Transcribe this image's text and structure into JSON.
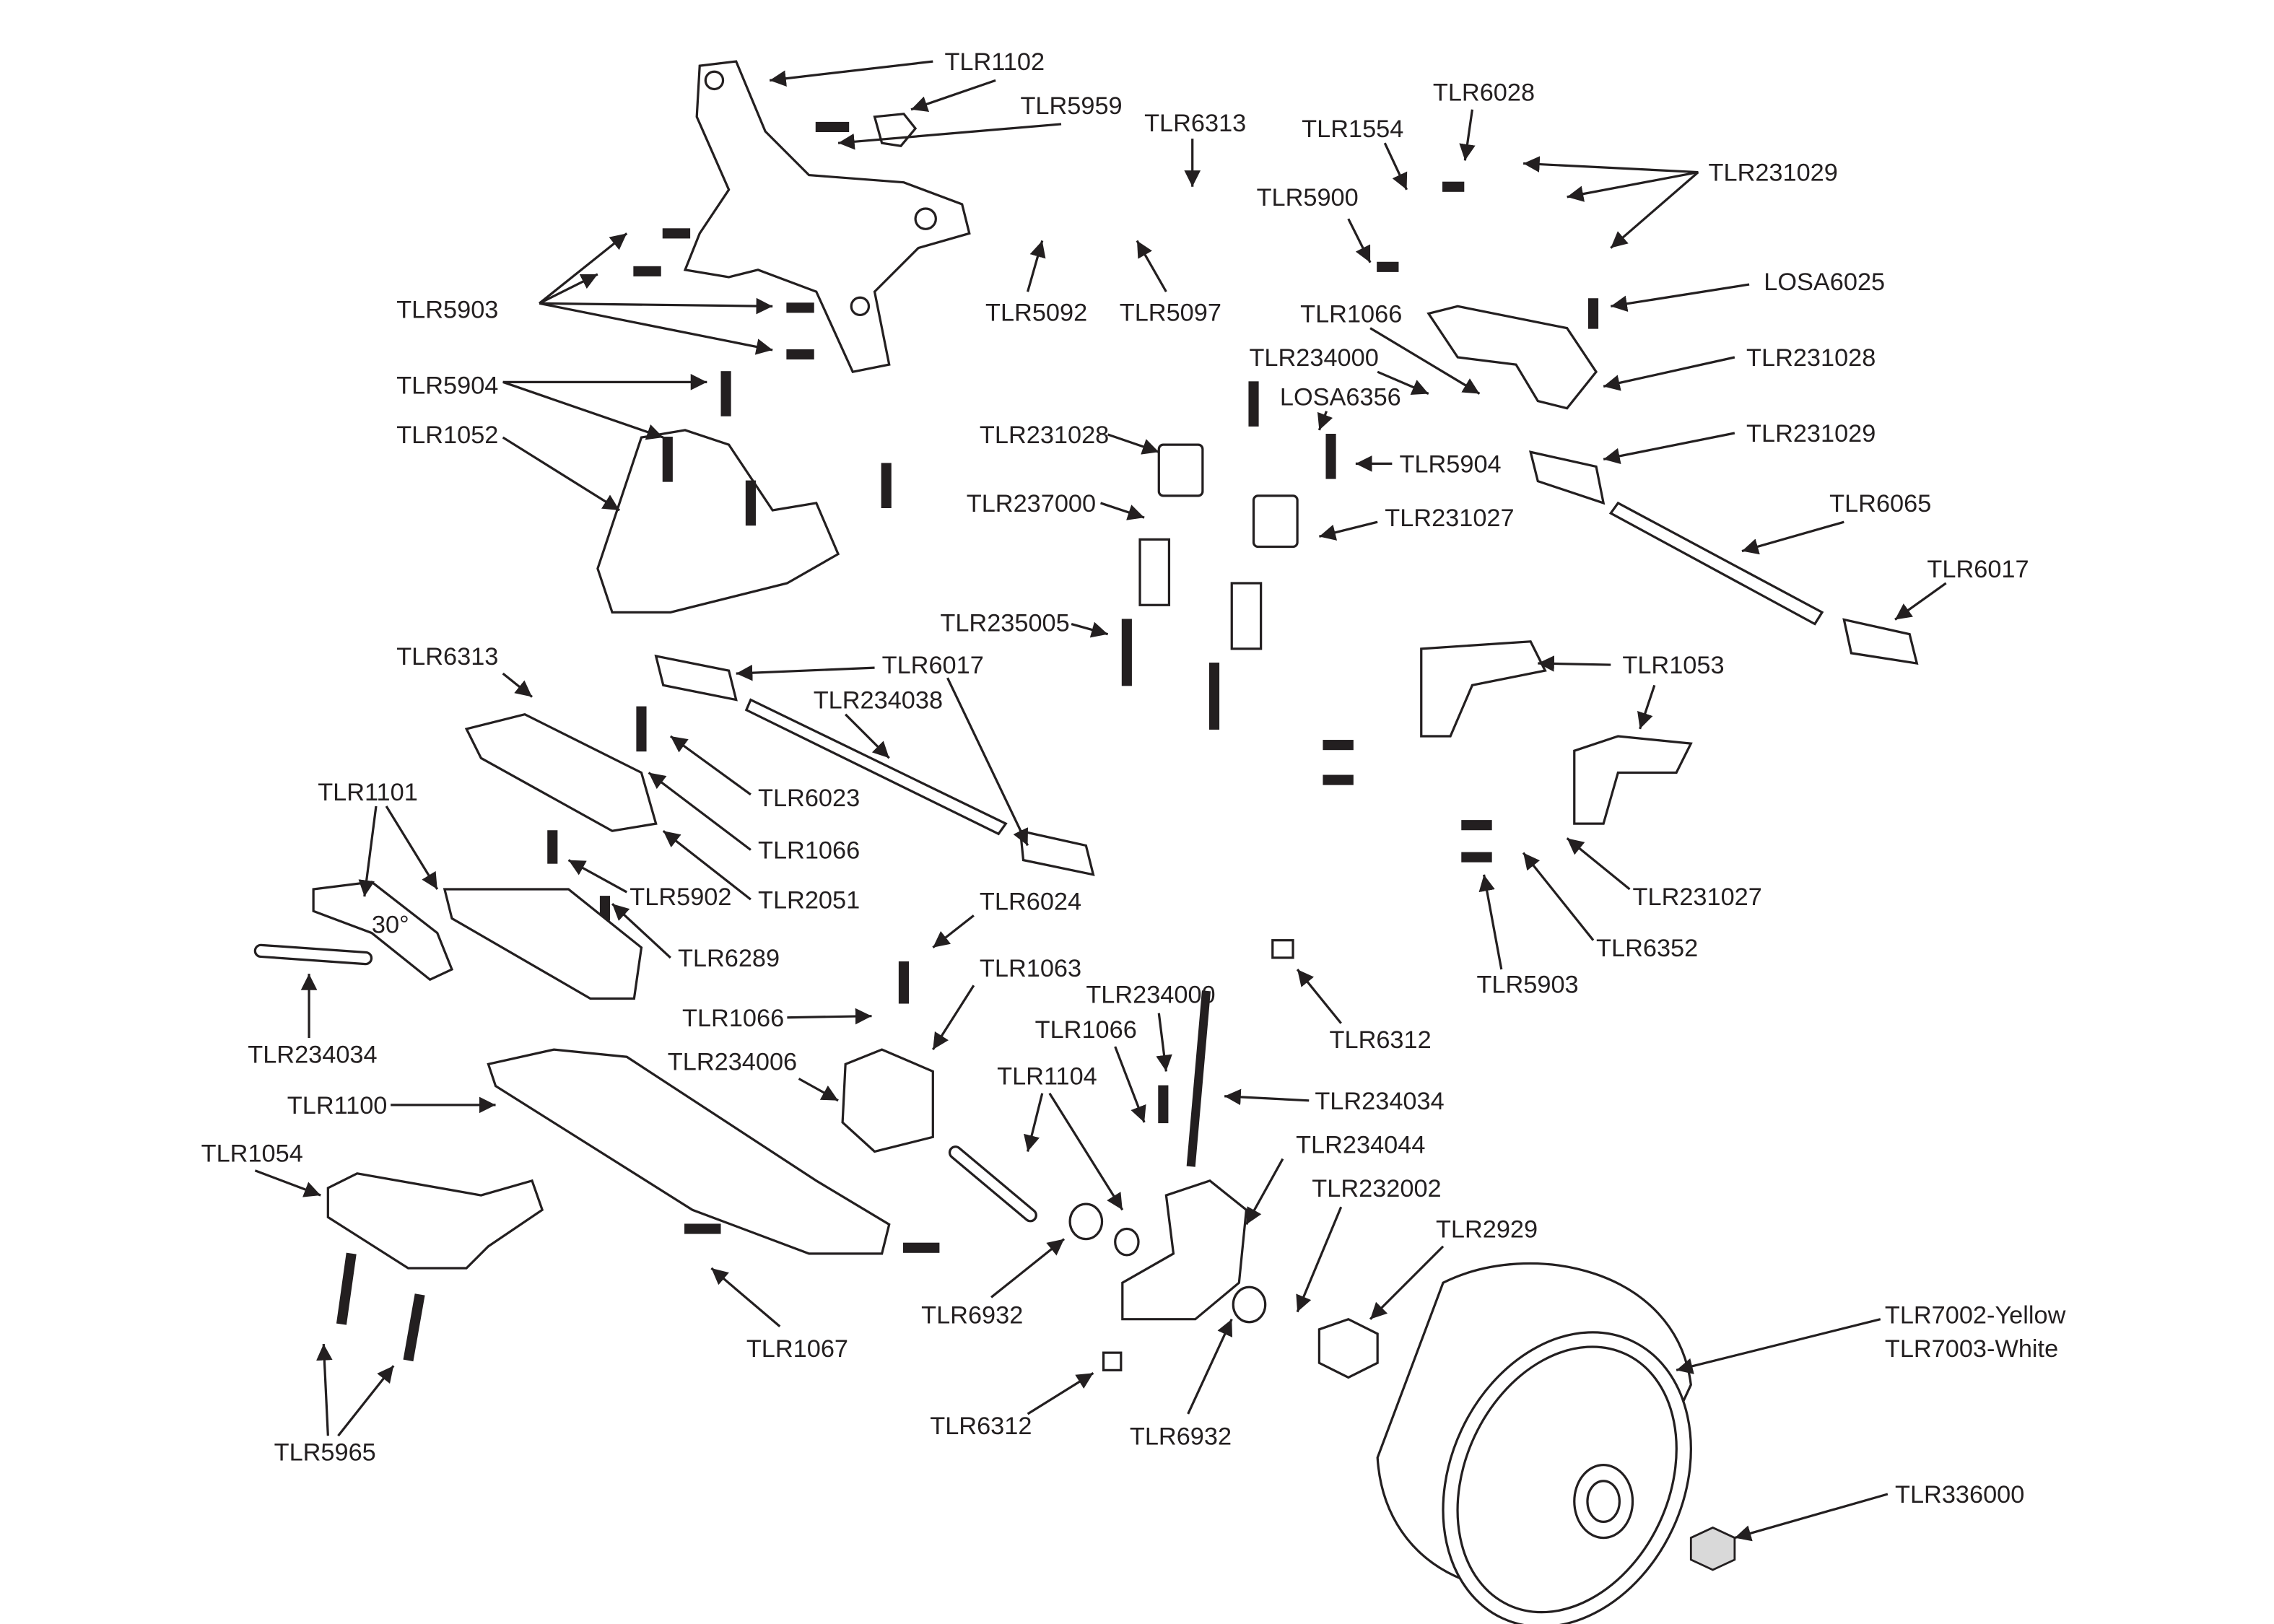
{
  "diagram": {
    "type": "exploded-parts-diagram",
    "line_color": "#231f20",
    "part_labels": [
      "TLR1102",
      "TLR5959",
      "TLR6313",
      "TLR5092",
      "TLR5097",
      "TLR5903",
      "TLR5904",
      "TLR1052",
      "TLR1554",
      "TLR6028",
      "TLR231029",
      "TLR5900",
      "LOSA6025",
      "TLR1066",
      "TLR234000",
      "LOSA6356",
      "TLR231028",
      "TLR231028",
      "TLR5904",
      "TLR231029",
      "TLR237000",
      "TLR231027",
      "TLR6065",
      "TLR6017",
      "TLR235005",
      "TLR6313",
      "TLR6017",
      "TLR234038",
      "TLR1053",
      "TLR6023",
      "TLR1066",
      "TLR2051",
      "TLR5902",
      "TLR6289",
      "TLR1101",
      "TLR231027",
      "TLR6352",
      "TLR5903",
      "TLR6024",
      "TLR1063",
      "TLR1066",
      "TLR234006",
      "TLR234034",
      "TLR1100",
      "TLR1054",
      "TLR234000",
      "TLR1066",
      "TLR1104",
      "TLR6312",
      "TLR234034",
      "TLR234044",
      "TLR232002",
      "TLR2929",
      "TLR6932",
      "TLR1067",
      "TLR7002-Yellow",
      "TLR7003-White",
      "TLR6312",
      "TLR6932",
      "TLR5965",
      "TLR336000"
    ],
    "part_markings": {
      "tie_rod_angle": "30°"
    }
  }
}
